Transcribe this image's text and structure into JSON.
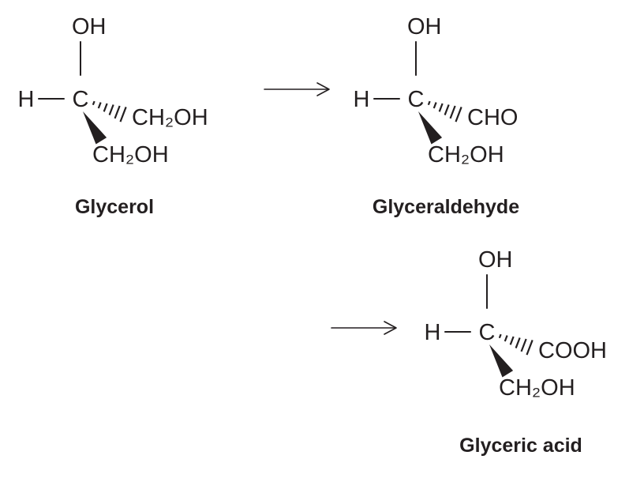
{
  "molecules": [
    {
      "top_group": "OH",
      "left_atom": "H",
      "center_atom": "C",
      "right_group": "CH₂OH",
      "bottom_group": "CH₂OH",
      "label": "Glycerol"
    },
    {
      "top_group": "OH",
      "left_atom": "H",
      "center_atom": "C",
      "right_group": "CHO",
      "bottom_group": "CH₂OH",
      "label": "Glyceraldehyde"
    },
    {
      "top_group": "OH",
      "left_atom": "H",
      "center_atom": "C",
      "right_group": "COOH",
      "bottom_group": "CH₂OH",
      "label": "Glyceric acid"
    }
  ],
  "colors": {
    "ink": "#231f20",
    "background": "#ffffff"
  }
}
